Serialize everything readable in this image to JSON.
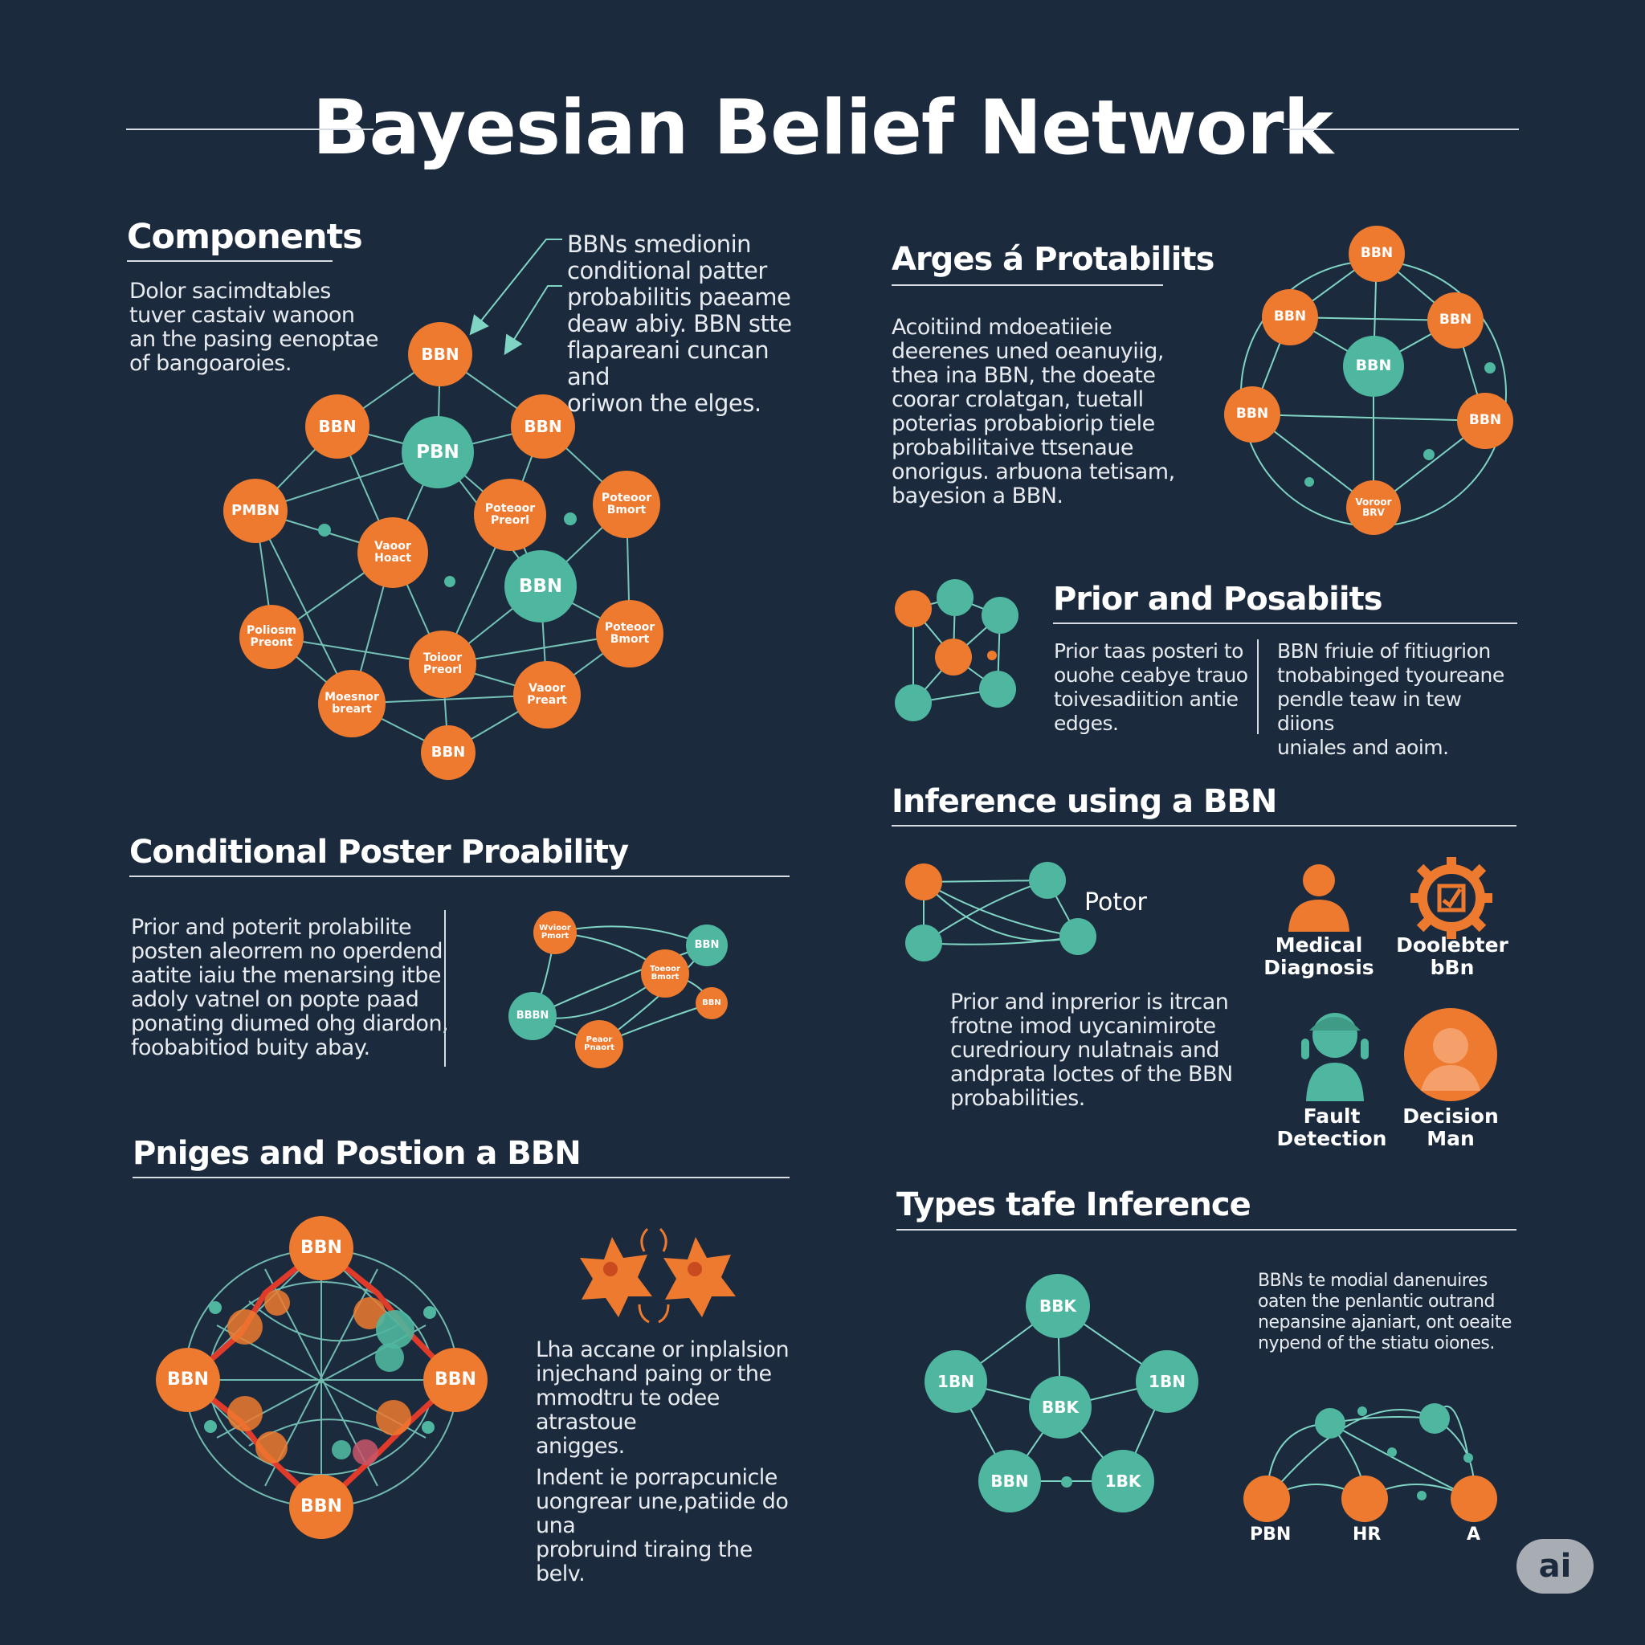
{
  "title": "Bayesian Belief Network",
  "colors": {
    "background": "#1b2a3d",
    "orange": "#ee7a2f",
    "teal": "#4fb79f",
    "line": "#7fd4c4",
    "red": "#e03b2a"
  },
  "components": {
    "heading": "Components",
    "text": "Dolor sacimdtables\ntuver castaiv wanoon\nan the pasing eenoptae\nof bangoaroies.",
    "callout": "BBNs smedionin\nconditional patter\nprobabilitis paeame\ndeaw abiy. BBN stte\nflapareani cuncan and\noriwon the elges.",
    "node_labels": [
      "BBN",
      "BBN",
      "PBN",
      "BBN",
      "PMBN",
      "Poteoor\nPreorl",
      "Poteoor\nBmort",
      "Vaoor\nHoact",
      "BBN",
      "Poliosm\nPreont",
      "Poteoor\nBmort",
      "Toioor\nPreorl",
      "Moesnor\nbreart",
      "Vaoor\nPreart",
      "BBN"
    ]
  },
  "arges": {
    "heading": "Arges á Protabilits",
    "text": "Acoitiind mdoeatiieie\ndeerenes uned oeanuyiig,\nthea ina BBN, the doeate\ncoorar crolatgan, tuetall\npoterias probabiorip tiele\nprobabilitaive ttsenaue\nonorigus. arbuona tetisam,\nbayesion a BBN.",
    "node_labels": [
      "BBN",
      "BBN",
      "BBN",
      "BBN",
      "BBN",
      "BBN",
      "Voroor\nBRV"
    ]
  },
  "prior": {
    "heading": "Prior and Posabiits",
    "col1": "Prior taas posteri to\nouohe ceabye trauo\ntoivesadiition antie\nedges.",
    "col2": "BBN friuie of fitiugrion\ntnobabinged tyoureane\npendle teaw in tew diions\nuniales and aoim."
  },
  "conditional": {
    "heading": "Conditional Poster Proability",
    "text": "Prior and poterit prolabilite\nposten aleorrem no operdend\naatite iaiu the menarsing itbe\nadoly vatnel on popte paad\nponating diumed ohg diardon,\nfoobabitiod buity abay.",
    "node_labels": [
      "Wvioor\nPmort",
      "BBN",
      "Toeoor\nBmort",
      "BBBN",
      "BBN",
      "Peaor\nPnaort"
    ]
  },
  "inference": {
    "heading": "Inference using a BBN",
    "potor": "Potor",
    "text": "Prior and inprerior is itrcan\nfrotne imod uycanimirote\ncuredrioury nulatnais and\nandprata loctes of the BBN\nprobabilities.",
    "apps": [
      {
        "label": "Medical\nDiagnosis",
        "icon": "person-icon"
      },
      {
        "label": "Doolebter\nbBn",
        "icon": "gear-icon"
      },
      {
        "label": "Fault\nDetection",
        "icon": "technician-icon"
      },
      {
        "label": "Decision\nMan",
        "icon": "user-avatar-icon"
      }
    ]
  },
  "priges": {
    "heading": "Pniges and Postion a BBN",
    "text1": "Lha accane or inplalsion\ninjechand paing or the\nmmodtru te odee atrastoue\nanigges.",
    "text2": "Indent ie porrapcunicle\nuongrear une,patiide do una\nprobruind tiraing the belv.",
    "node_labels": [
      "BBN",
      "BBN",
      "BBN",
      "BBN"
    ]
  },
  "types": {
    "heading": "Types tafe Inference",
    "text": "BBNs te modial danenuires\noaten the penlantic outrand\nnepansine ajaniart, ont oeaite\nnypend of the stiatu oiones.",
    "node_labels": [
      "BBK",
      "1BN",
      "1BN",
      "BBK",
      "BBN",
      "1BK"
    ],
    "bottom_labels": [
      "PBN",
      "HR",
      "A"
    ]
  },
  "badge": "ai"
}
